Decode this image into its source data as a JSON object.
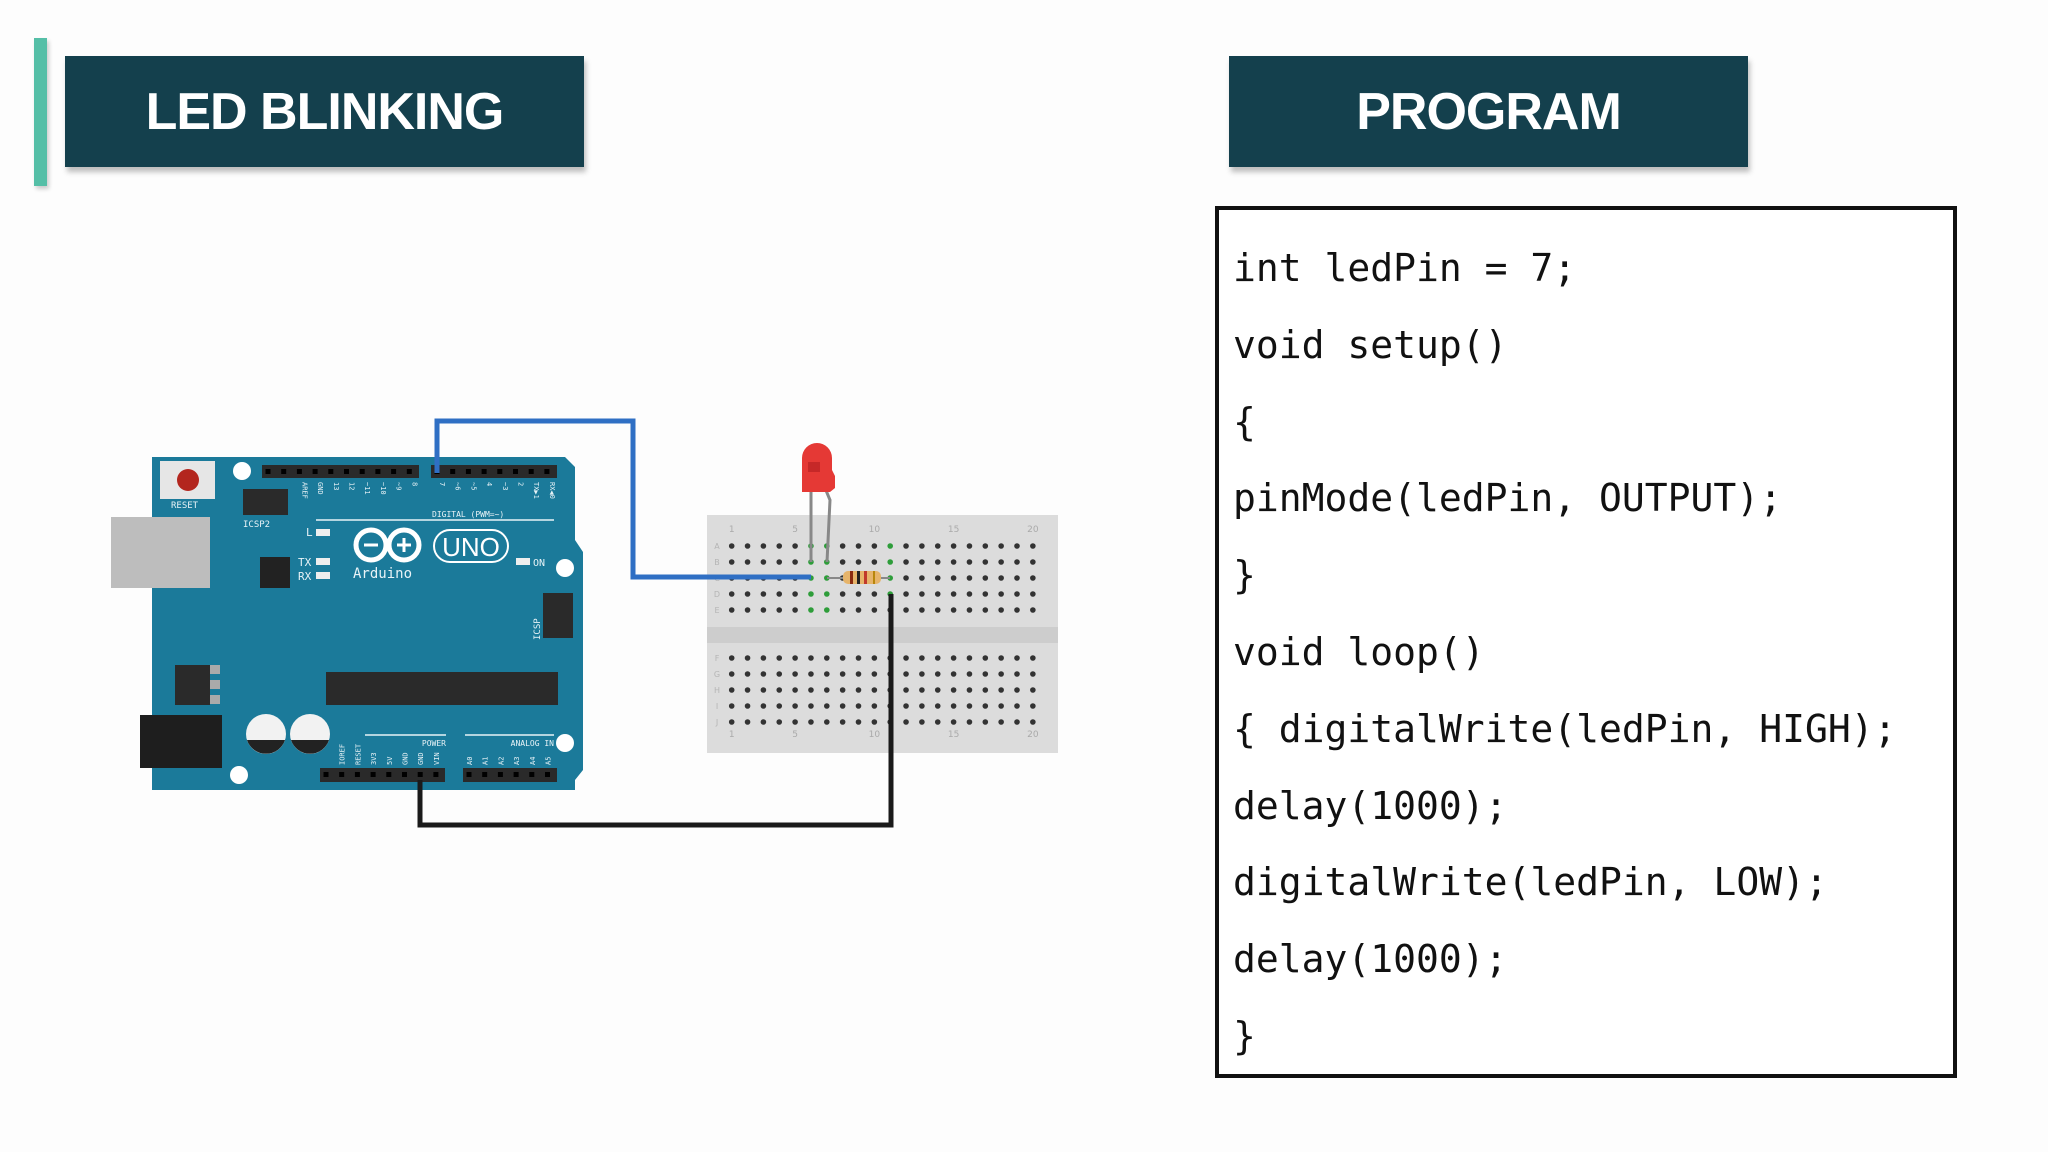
{
  "slide": {
    "left_title": "LED BLINKING",
    "right_title": "PROGRAM",
    "accent_color": "#55bfa7",
    "header_color": "#14404d"
  },
  "program": {
    "lines": [
      "int ledPin = 7;",
      "void setup()",
      "{",
      "pinMode(ledPin, OUTPUT);",
      "}",
      "void loop()",
      "{ digitalWrite(ledPin, HIGH);",
      "delay(1000);",
      "digitalWrite(ledPin, LOW);",
      "delay(1000);",
      "}"
    ]
  },
  "board": {
    "reset": "RESET",
    "icsp2": "ICSP2",
    "icsp": "ICSP",
    "digital": "DIGITAL (PWM=~)",
    "uno": "UNO",
    "brand": "Arduino",
    "led_l": "L",
    "tx": "TX",
    "rx": "RX",
    "on": "ON",
    "power": "POWER",
    "analog": "ANALOG IN",
    "top_pins": [
      "AREF",
      "GND",
      "13",
      "12",
      "~11",
      "~10",
      "~9",
      "8",
      "7",
      "~6",
      "~5",
      "4",
      "~3",
      "2",
      "TX▶1",
      "RX◀0"
    ],
    "bottom_pins": [
      "IOREF",
      "RESET",
      "3V3",
      "5V",
      "GND",
      "GND",
      "VIN",
      "A0",
      "A1",
      "A2",
      "A3",
      "A4",
      "A5"
    ],
    "color": "#1b7a9a"
  },
  "breadboard": {
    "col_labels": [
      "1",
      "5",
      "10",
      "15",
      "20"
    ],
    "row_labels": [
      "A",
      "B",
      "C",
      "D",
      "E",
      "F",
      "G",
      "H",
      "I",
      "J"
    ]
  },
  "wires": {
    "signal_color": "#2f6fc4",
    "ground_color": "#1a1a1a"
  }
}
